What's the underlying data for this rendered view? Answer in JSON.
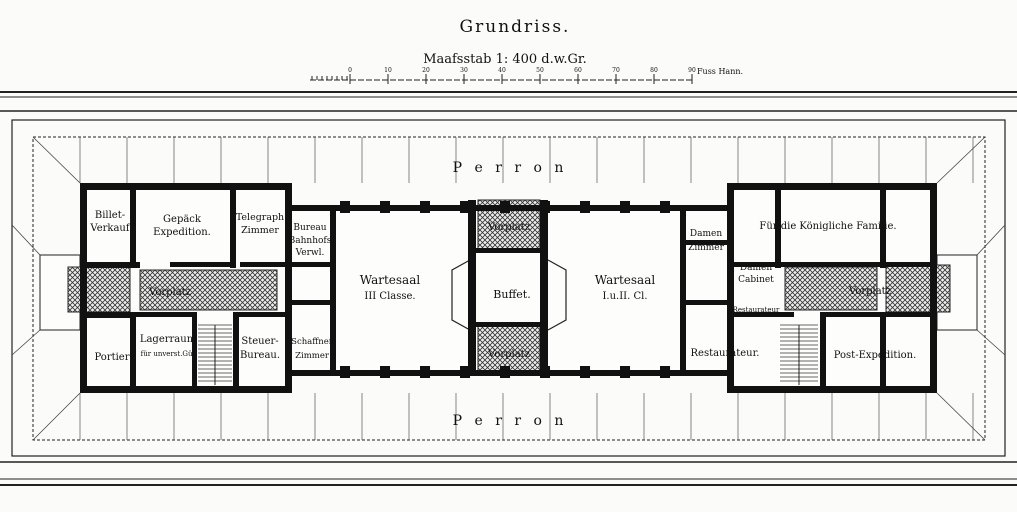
{
  "title": "Grundriss.",
  "scale": {
    "caption": "Maafsstab 1: 400 d.w.Gr.",
    "ticks": [
      "0",
      "10",
      "20",
      "30",
      "40",
      "50",
      "60",
      "70",
      "80",
      "90"
    ],
    "unit": "Fuss Hann."
  },
  "platforms": {
    "top": "P e r r o n",
    "bottom": "P e r r o n"
  },
  "rooms": {
    "billet": [
      "Billet-",
      "Verkauf"
    ],
    "gepaeck": [
      "Gepäck",
      "Expedition."
    ],
    "telegraph": [
      "Telegraph",
      "Zimmer"
    ],
    "bureau": [
      "Bureau",
      "Bahnhofs",
      "Verwl."
    ],
    "vorplatz_left": "Vorplatz",
    "portier": "Portier",
    "lagerraum": [
      "Lagerraum",
      "für unverst.Güt"
    ],
    "steuer": [
      "Steuer-",
      "Bureau."
    ],
    "schaffner": [
      "Schaffner",
      "Zimmer"
    ],
    "wartesaal3": [
      "Wartesaal",
      "III Classe."
    ],
    "vorplatz_top": "Vorplatz",
    "buffet": "Buffet.",
    "vorplatz_bottom": "Vorplatz",
    "wartesaal12": [
      "Wartesaal",
      "I.u.II. Cl."
    ],
    "damen_zimmer": [
      "Damen",
      "Zimmer"
    ],
    "koenigliche": "Für die Königliche Familie.",
    "damen_cabinet": [
      "Damen",
      "Cabinet"
    ],
    "vorplatz_right": "Vorplatz",
    "restaurateur_small": "Restaurateur",
    "restaurateur": "Restaurateur.",
    "post": "Post-Expedition."
  }
}
